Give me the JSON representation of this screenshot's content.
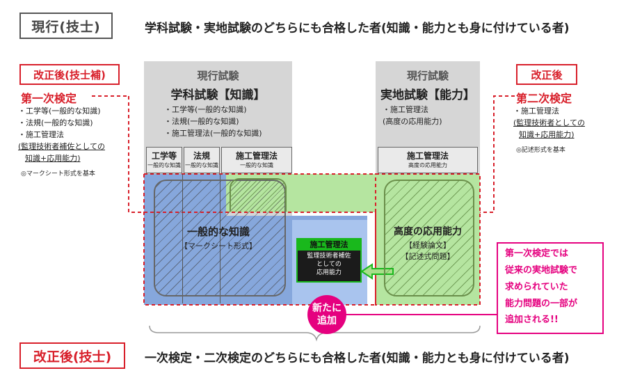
{
  "current": {
    "tag": "現行(技士)",
    "headline": "学科試験・実地試験のどちらにも合格した者(知識・能力とも身に付けている者)"
  },
  "gakka": {
    "label": "現行試験",
    "title": "学科試験【知識】",
    "items": [
      "・工学等(一般的な知識)",
      "・法規(一般的な知識)",
      "・施工管理法(一般的な知識)"
    ],
    "cols": [
      {
        "name": "工学等",
        "sub": "一般的な知識"
      },
      {
        "name": "法規",
        "sub": "一般的な知識"
      },
      {
        "name": "施工管理法",
        "sub": "一般的な知識"
      }
    ]
  },
  "jitchi": {
    "label": "現行試験",
    "title": "実地試験【能力】",
    "items": [
      "・施工管理法",
      "(高度の応用能力)"
    ],
    "col": {
      "name": "施工管理法",
      "sub": "高度の応用能力"
    }
  },
  "left": {
    "tag": "改正後(技士補)",
    "title": "第一次検定",
    "items": [
      "・工学等(一般的な知識)",
      "・法規(一般的な知識)",
      "・施工管理法"
    ],
    "item4a": "(監理技術者補佐としての",
    "item4b": "知識+応用能力)",
    "note": "◎マークシート形式を基本"
  },
  "right": {
    "tag": "改正後",
    "title": "第二次検定",
    "items": [
      "・施工管理法"
    ],
    "item2a": "(監理技術者としての",
    "item2b": "知識+応用能力)",
    "note": "◎記述形式を基本"
  },
  "center": {
    "knowledge": "一般的な知識",
    "knowledge_fmt": "【マークシート形式】",
    "ability": "高度の応用能力",
    "ability_fmt1": "【経験論文】",
    "ability_fmt2": "【記述式問題】"
  },
  "newbox": {
    "title": "施工管理法",
    "lines": [
      "監理技術者補佐",
      "としての",
      "応用能力"
    ]
  },
  "badge": {
    "line1": "新たに",
    "line2": "追加"
  },
  "callout": {
    "lines": [
      "第一次検定では",
      "従来の実地試験で",
      "求められていた",
      "能力問題の一部が",
      "追加される!!"
    ]
  },
  "after": {
    "tag": "改正後(技士)",
    "headline": "一次検定・二次検定のどちらにも合格した者(知識・能力とも身に付けている者)"
  },
  "colors": {
    "red": "#d81f2a",
    "magenta": "#e5007f",
    "green": "#19b81c",
    "blue": "#7a9bd6",
    "lightgreen": "#a8df8a"
  }
}
